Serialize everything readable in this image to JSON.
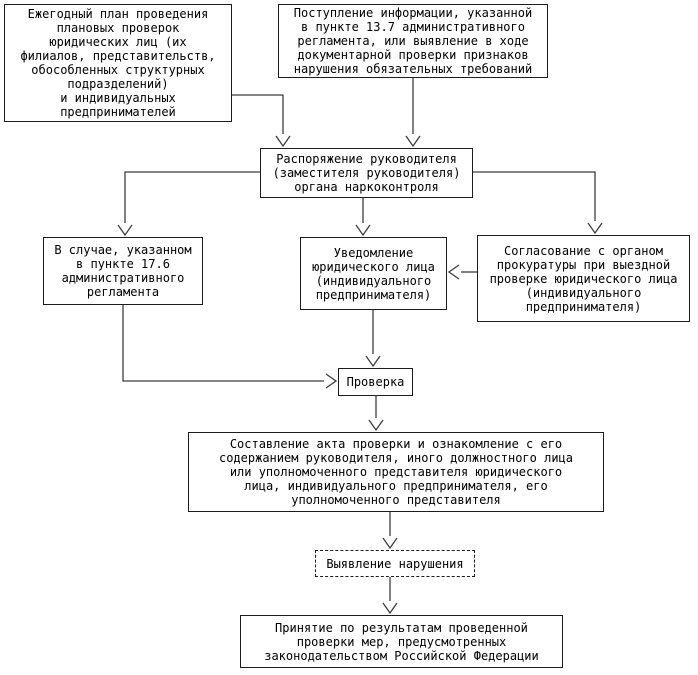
{
  "nodes": {
    "annual_plan": {
      "label": "Ежегодный план проведения\nплановых проверок\nюридических лиц (их\nфилиалов, представительств,\nобособленных структурных\nподразделений)\nи индивидуальных\nпредпринимателей"
    },
    "info_receipt": {
      "label": "Поступление информации, указанной\nв пункте 13.7 административного\nрегламента, или выявление в ходе\nдокументарной проверки признаков\nнарушения обязательных требований"
    },
    "order": {
      "label": "Распоряжение руководителя\n(заместителя руководителя)\nоргана наркоконтроля"
    },
    "case_17_6": {
      "label": "В случае, указанном\nв пункте 17.6\nадминистративного\nрегламента"
    },
    "notification": {
      "label": "Уведомление\nюридического лица\n(индивидуального\nпредпринимателя)"
    },
    "approval": {
      "label": "Согласование с органом\nпрокуратуры при выездной\nпроверке юридического лица\n(индивидуального\nпредпринимателя)"
    },
    "inspection": {
      "label": "Проверка"
    },
    "act": {
      "label": "Составление акта проверки и ознакомление с его\nсодержанием руководителя, иного должностного лица\nили уполномоченного представителя юридического\nлица, индивидуального предпринимателя, его\nуполномоченного представителя"
    },
    "violation": {
      "label": "Выявление нарушения"
    },
    "measures": {
      "label": "Принятие по результатам проведенной\nпроверки мер, предусмотренных\nзаконодательством Российской Федерации"
    }
  },
  "colors": {
    "line": "#3d3d3d",
    "border": "#1c1c1c",
    "text": "#000000",
    "background": "#ffffff"
  }
}
